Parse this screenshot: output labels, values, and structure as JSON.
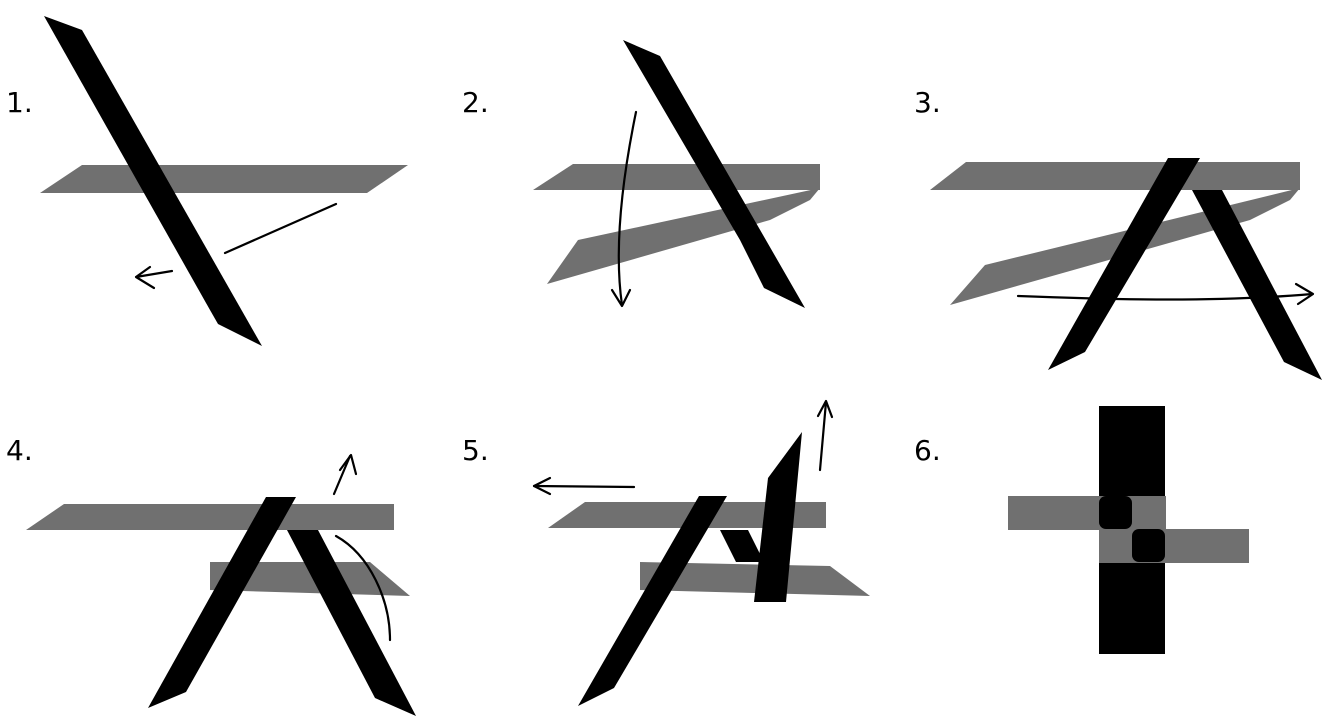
{
  "colors": {
    "gray_strand": "#707070",
    "black_strand": "#000000",
    "arrow": "#000000",
    "background": "#ffffff"
  },
  "steps": [
    {
      "label": "1."
    },
    {
      "label": "2."
    },
    {
      "label": "3."
    },
    {
      "label": "4."
    },
    {
      "label": "5."
    },
    {
      "label": "6."
    }
  ]
}
